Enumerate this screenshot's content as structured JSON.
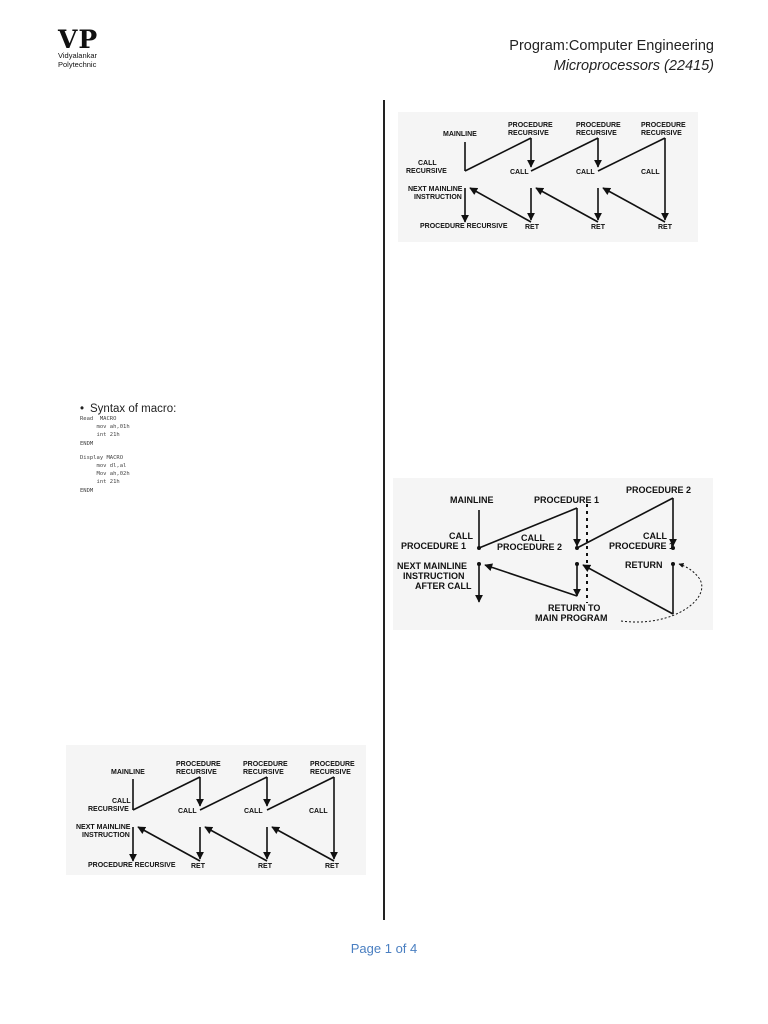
{
  "header": {
    "logo_mark": "VP",
    "logo_line1": "Vidyalankar",
    "logo_line2": "Polytechnic",
    "program": "Program:Computer Engineering",
    "course": "Microprocessors (22415)"
  },
  "syntax": {
    "bullet": "•",
    "heading": "Syntax of macro:",
    "read_block": [
      "Read  MACRO",
      "     mov ah,01h",
      "     int 21h",
      "ENDM"
    ],
    "display_block": [
      "Display MACRO",
      "     mov dl,al",
      "     Mov ah,02h",
      "     int 21h",
      "ENDM"
    ]
  },
  "diagram_recursive": {
    "mainline": "MAINLINE",
    "procedure_line1": "PROCEDURE",
    "procedure_line2": "RECURSIVE",
    "call_recursive_line1": "CALL",
    "call_recursive_line2": "RECURSIVE",
    "call": "CALL",
    "next_mainline_line1": "NEXT MAINLINE",
    "next_mainline_line2": "INSTRUCTION",
    "procedure_recursive": "PROCEDURE RECURSIVE",
    "ret": "RET"
  },
  "diagram_nested": {
    "mainline": "MAINLINE",
    "procedure1": "PROCEDURE 1",
    "procedure2": "PROCEDURE 2",
    "call_procedure1_line1": "CALL",
    "call_procedure1_line2": "PROCEDURE 1",
    "call_procedure2_line1": "CALL",
    "call_procedure2_line2": "PROCEDURE 2",
    "next_mainline_line1": "NEXT MAINLINE",
    "next_mainline_line2": "INSTRUCTION",
    "next_mainline_line3": "AFTER CALL",
    "return": "RETURN",
    "return_to_line1": "RETURN TO",
    "return_to_line2": "MAIN PROGRAM"
  },
  "footer": {
    "page": "Page 1 of 4"
  }
}
